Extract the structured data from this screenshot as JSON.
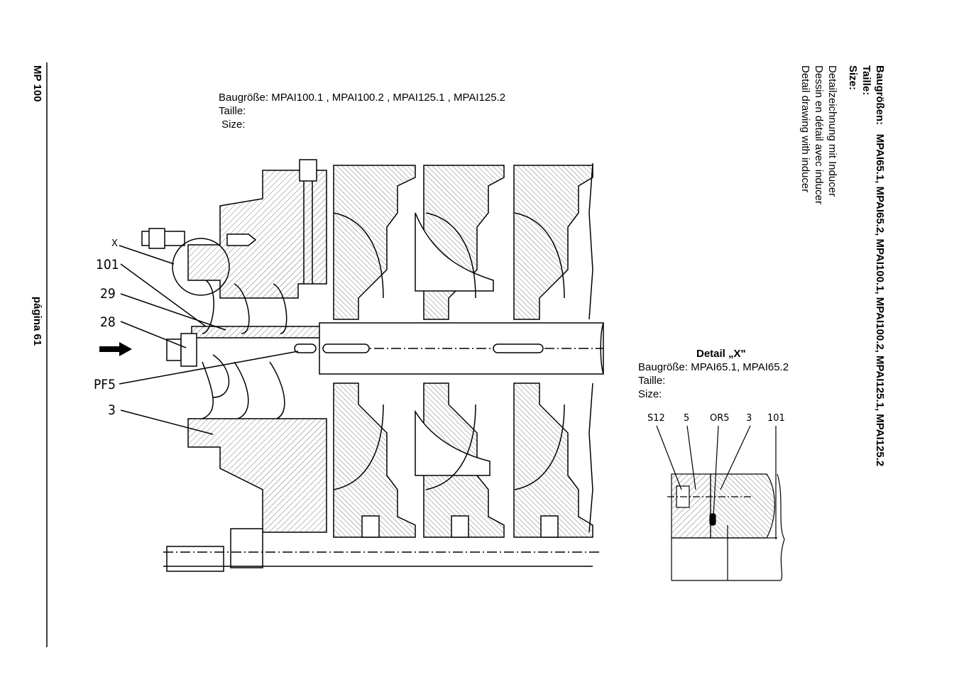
{
  "margin": {
    "doc_label": "MP 100",
    "page_label": "página 61"
  },
  "side_header": {
    "sizes_label": "Baugrößen:",
    "sizes_value": "MPAI65.1, MPAI65.2, MPAI100.1, MPAI100.2, MPAI125.1, MPAI125.2",
    "taille_label": "Taille:",
    "size_label": "Size:",
    "desc_de": "Detailzeichnung mit Inducer",
    "desc_fr": "Dessin en détail avec inducer",
    "desc_en": "Detail drawing with inducer"
  },
  "main_caption": {
    "line1": "Baugröße: MPAI100.1 , MPAI100.2 , MPAI125.1 , MPAI125.2",
    "line2": "Taille:",
    "line3": " Size:"
  },
  "detail_caption": {
    "title": "Detail „X\"",
    "line1": "Baugröße: MPAI65.1, MPAI65.2",
    "line2": "Taille:",
    "line3": "Size:"
  },
  "main_labels": {
    "x": "X",
    "p101": "101",
    "p29": "29",
    "p28": "28",
    "pf5": "PF5",
    "p3": "3"
  },
  "detail_labels": {
    "s12": "S12",
    "p5": "5",
    "or5": "OR5",
    "p3": "3",
    "p101": "101"
  }
}
